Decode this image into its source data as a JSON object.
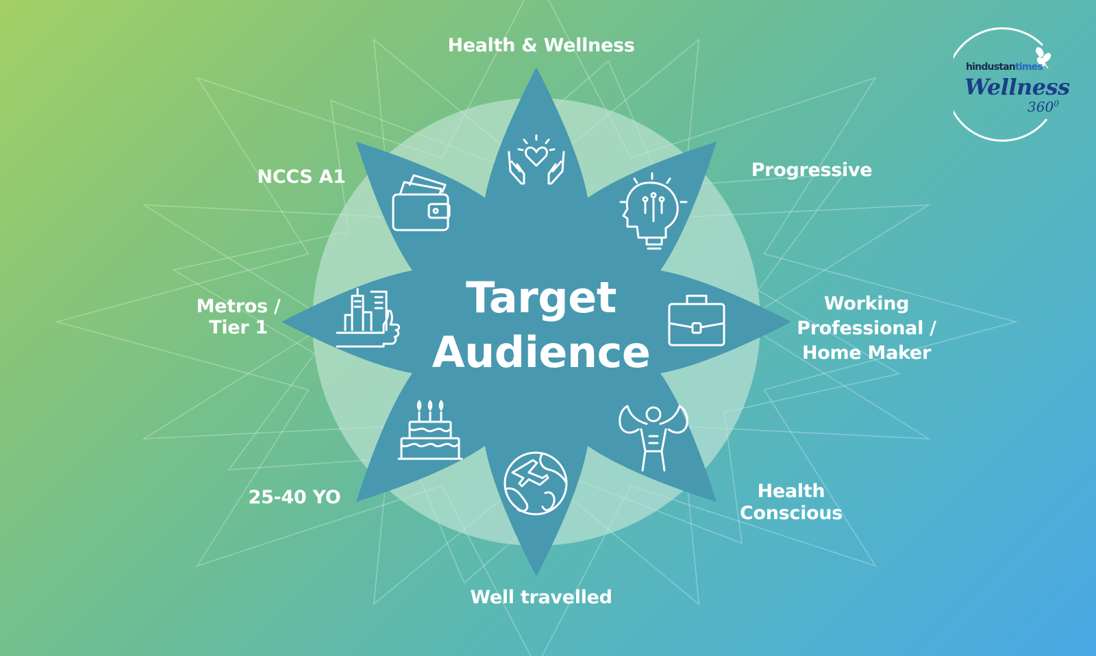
{
  "center": {
    "line1": "Target",
    "line2": "Audience"
  },
  "labels": {
    "health_wellness": "Health & Wellness",
    "progressive": "Progressive",
    "working_professional": "Working\nProfessional /\nHome Maker",
    "health_conscious": "Health\nConscious",
    "well_travelled": "Well travelled",
    "age": "25-40 YO",
    "metros": "Metros /\nTier 1",
    "nccs": "NCCS A1"
  },
  "logo": {
    "brand_part1": "hindustan",
    "brand_part2": "times",
    "product": "Wellness",
    "number": "360",
    "superscript": "0"
  },
  "colors": {
    "petal": "#4898b0",
    "halo": "#b9e0d0",
    "text": "#ffffff",
    "logo_navy": "#1b3d86"
  },
  "icons": [
    "caring-hands-heart-icon",
    "lightbulb-head-icon",
    "briefcase-icon",
    "muscular-man-icon",
    "globe-airplane-icon",
    "birthday-cake-icon",
    "city-thumbs-up-icon",
    "wallet-icon"
  ]
}
